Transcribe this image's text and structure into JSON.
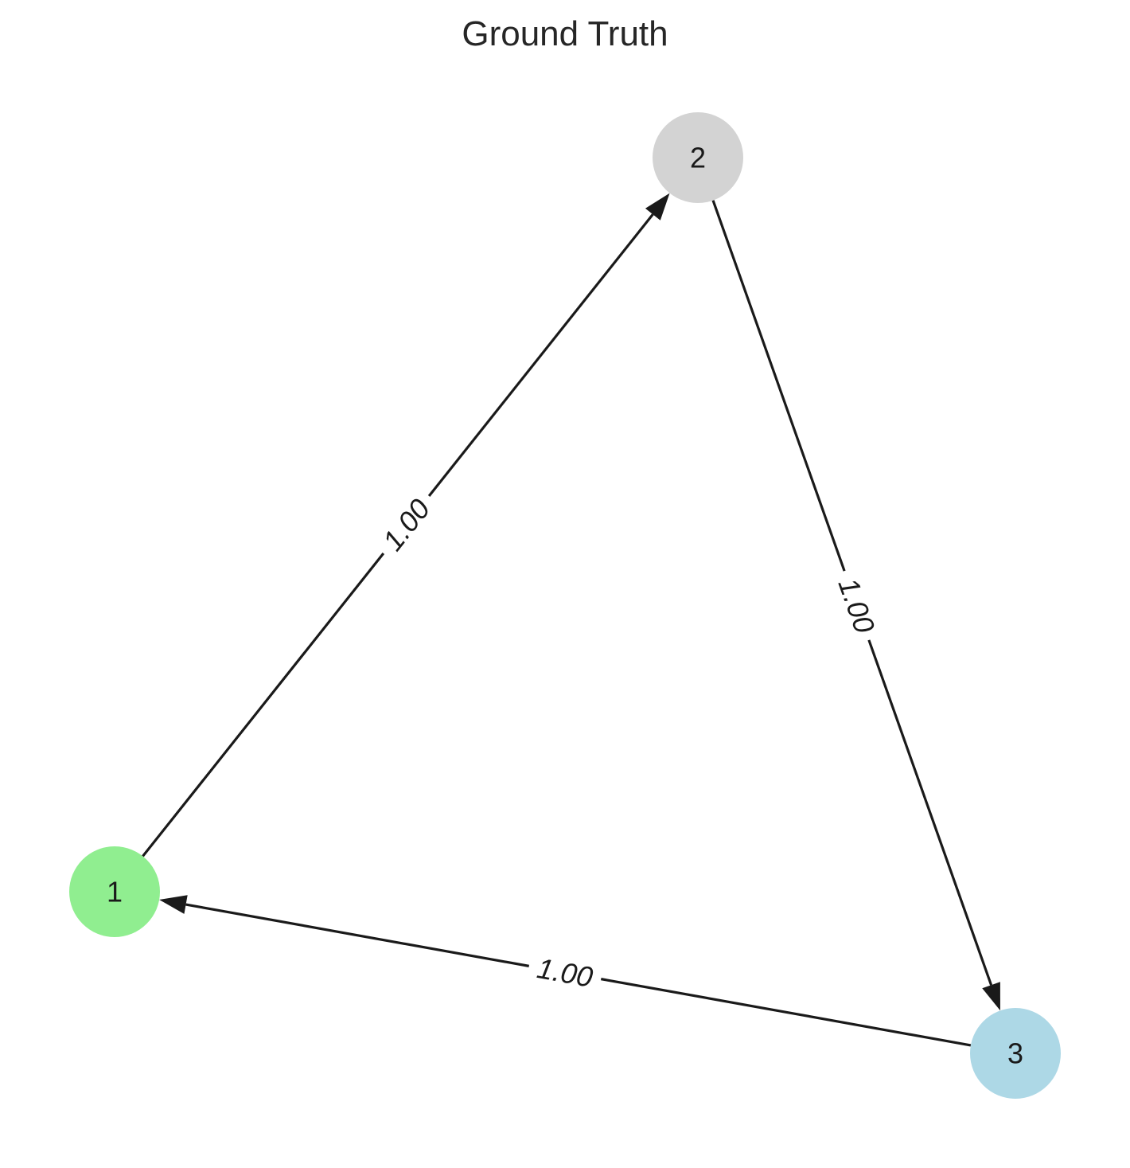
{
  "title": "Ground Truth",
  "colors": {
    "edge": "#1a1a1a",
    "label_background": "#ffffff"
  },
  "nodes": [
    {
      "id": "1",
      "label": "1",
      "color": "#90ee90"
    },
    {
      "id": "2",
      "label": "2",
      "color": "#d3d3d3"
    },
    {
      "id": "3",
      "label": "3",
      "color": "#add8e6"
    }
  ],
  "edges": [
    {
      "from": "1",
      "to": "2",
      "label": "1.00"
    },
    {
      "from": "2",
      "to": "3",
      "label": "1.00"
    },
    {
      "from": "3",
      "to": "1",
      "label": "1.00"
    }
  ]
}
